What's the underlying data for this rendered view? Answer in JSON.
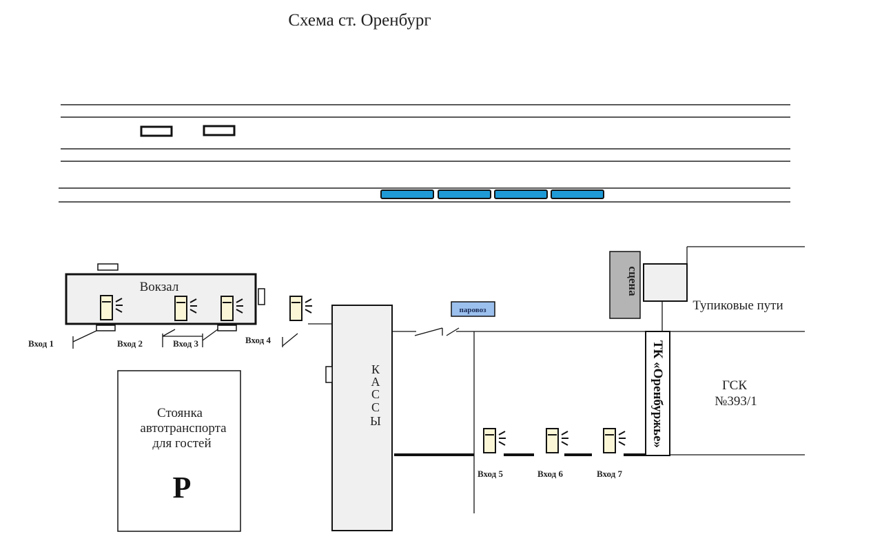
{
  "title": "Схема ст. Оренбург",
  "station": {
    "label": "Вокзал"
  },
  "ticket_office": {
    "letters": [
      "К",
      "А",
      "С",
      "С",
      "Ы"
    ]
  },
  "parking": {
    "label_lines": [
      "Стоянка",
      "автотранспорта",
      "для гостей"
    ],
    "sign": "P"
  },
  "locomotive": {
    "label": "паровоз"
  },
  "stage": {
    "label": "сцена"
  },
  "dead_end_tracks": {
    "label": "Тупиковые пути"
  },
  "garage": {
    "label_lines": [
      "ГСК",
      "№393/1"
    ]
  },
  "shopping_center": {
    "label": "ТК «Оренбуржье»"
  },
  "entrances": [
    "Вход 1",
    "Вход 2",
    "Вход 3",
    "Вход 4",
    "Вход 5",
    "Вход 6",
    "Вход 7"
  ],
  "colors": {
    "train_blue": "#1f9ad6",
    "locomotive_blue": "#9bc0ee",
    "stage_gray": "#b4b4b4",
    "turnstile_fill": "#fbf6d6"
  }
}
